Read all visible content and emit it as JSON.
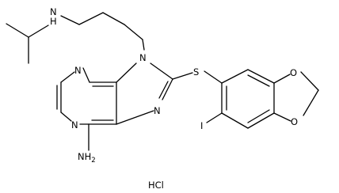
{
  "molecule": {
    "atoms": {
      "nh_isopropyl": "N",
      "nh_isopropyl_h": "H",
      "n9": "N",
      "n1": "N",
      "n3": "N",
      "n7": "N",
      "s": "S",
      "o_top": "O",
      "o_bottom": "O",
      "iodo": "I",
      "amine": "NH",
      "amine_sub": "2"
    },
    "salt": "HCl"
  },
  "colors": {
    "ink": "#000000",
    "background": "#ffffff"
  }
}
